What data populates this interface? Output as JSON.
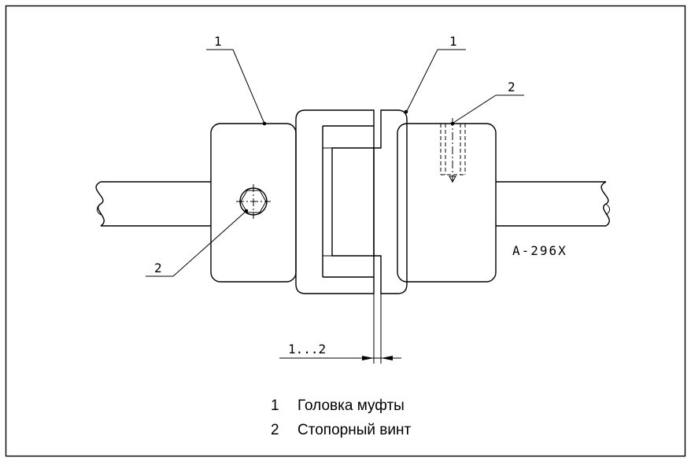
{
  "diagram": {
    "leaders": {
      "top_left": "1",
      "top_right": "1",
      "screw_top": "2",
      "screw_left": "2"
    },
    "gap_label": "1...2",
    "drawing_code": "A-296X"
  },
  "legend": {
    "items": [
      {
        "num": "1",
        "text": "Головка муфты"
      },
      {
        "num": "2",
        "text": "Стопорный винт"
      }
    ]
  }
}
